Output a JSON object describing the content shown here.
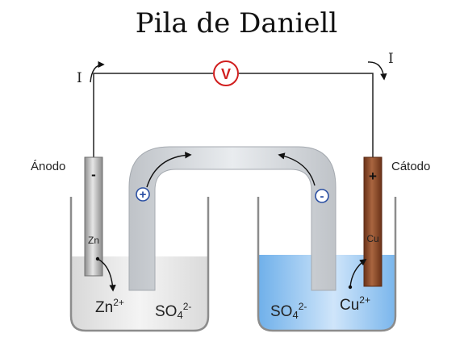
{
  "title": "Pila de Daniell",
  "voltmeter": {
    "symbol": "V",
    "color": "#d11f1f"
  },
  "current": {
    "left": "I",
    "right": "I"
  },
  "anode": {
    "label": "Ánodo",
    "sign": "-",
    "metal": "Zn",
    "metal_color": "#b8b8b8"
  },
  "cathode": {
    "label": "Cátodo",
    "sign": "+",
    "metal": "Cu",
    "metal_color": "#8b4a2b"
  },
  "left_cell": {
    "cation": "Zn",
    "cation_charge": "2+",
    "anion": "SO",
    "anion_sub": "4",
    "anion_charge": "2-",
    "solution_color": "#e8e8e8"
  },
  "right_cell": {
    "cation": "Cu",
    "cation_charge": "2+",
    "anion": "SO",
    "anion_sub": "4",
    "anion_charge": "2-",
    "solution_color": "#9ecbf2"
  },
  "salt_bridge": {
    "left_sign": "+",
    "right_sign": "-",
    "sign_color": "#2a4fa3"
  }
}
